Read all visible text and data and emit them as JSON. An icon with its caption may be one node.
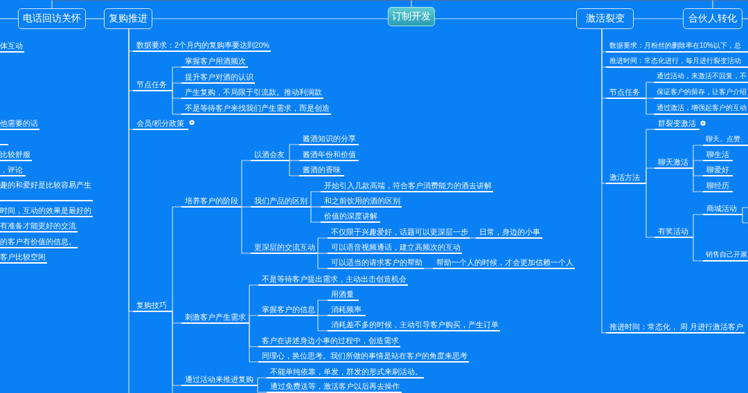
{
  "diagram": {
    "nodes": [
      {
        "text": [
          "电话回访关怀"
        ]
      },
      {
        "text": [
          "复购推进"
        ]
      },
      {
        "text": [
          "订制开发"
        ]
      },
      {
        "text": [
          "激活裂变"
        ]
      },
      {
        "text": [
          "合伙人转化"
        ]
      },
      {
        "text": [
          "数据要求：2个月内的复购率要达到20%"
        ]
      },
      {
        "text": [
          "节点任务"
        ]
      },
      {
        "text": [
          "掌握客户用酒频次"
        ]
      },
      {
        "text": [
          "提升客户对酒的认识"
        ]
      },
      {
        "text": [
          "产生复购，不局限于引流款。推动利润款"
        ]
      },
      {
        "text": [
          "不是等待客户来找我们产生需求，而是创造"
        ]
      },
      {
        "text": [
          "会员/积分政策"
        ]
      },
      {
        "text": [
          "复购技巧"
        ]
      },
      {
        "text": [
          "培养客户的阶段"
        ]
      },
      {
        "text": [
          "以酒会友"
        ]
      },
      {
        "text": [
          "酱酒知识的分享"
        ]
      },
      {
        "text": [
          "酱酒年份和价值"
        ]
      },
      {
        "text": [
          "酱酒的香味"
        ]
      },
      {
        "text": [
          "我们产品的区别"
        ]
      },
      {
        "text": [
          "开始引入几款高端，符合客户消费能力的酒去讲解"
        ]
      },
      {
        "text": [
          "和之前饮用的酒的区别"
        ]
      },
      {
        "text": [
          "价值的深度讲解"
        ]
      },
      {
        "text": [
          "更深层的交流互动"
        ]
      },
      {
        "text": [
          "不仅限于兴趣爱好，话题可以更深层一步"
        ]
      },
      {
        "text": [
          "日常，身边的小事"
        ]
      },
      {
        "text": [
          "可以语音视频通话，建立高频次的互动"
        ]
      },
      {
        "text": [
          "可以适当的请求客户的帮助"
        ]
      },
      {
        "text": [
          "帮助一个人的时候，才会更加信赖一个人"
        ]
      },
      {
        "text": [
          "刺激客户产生需求"
        ]
      },
      {
        "text": [
          "不是等待客户提出需求，主动出击创造机会"
        ]
      },
      {
        "text": [
          "掌握客户的信息"
        ]
      },
      {
        "text": [
          "用酒量"
        ]
      },
      {
        "text": [
          "消耗频率"
        ]
      },
      {
        "text": [
          "消耗差不多的时候，主动引导客户购买，产生订单"
        ]
      },
      {
        "text": [
          "客户在讲述身边小事的过程中，创造需求"
        ]
      },
      {
        "text": [
          "同理心，换位思考。我们所做的事情是站在客户的角度来思考"
        ]
      },
      {
        "text": [
          "通过活动来推进复购"
        ]
      },
      {
        "text": [
          "不能单纯依靠，单发，群发的形式来刷活动。"
        ]
      },
      {
        "text": [
          "通过免费送等，激活客户以后再去操作"
        ]
      },
      {
        "text": [
          "数据要求：月粉丝的删除率在10%以下，总"
        ]
      },
      {
        "text": [
          "推进时间：常态化进行，每月进行裂变活动"
        ]
      },
      {
        "text": [
          "节点任务"
        ]
      },
      {
        "text": [
          "通过活动，来激活不回复，不"
        ]
      },
      {
        "text": [
          "保证客户的留存，让客户介绍"
        ]
      },
      {
        "text": [
          "通过激活，增强起客户的互动"
        ]
      },
      {
        "text": [
          "激活方法"
        ]
      },
      {
        "text": [
          "群裂变激活"
        ]
      },
      {
        "text": [
          "聊天激活"
        ]
      },
      {
        "text": [
          "聊天、点赞、"
        ]
      },
      {
        "text": [
          "聊生活"
        ]
      },
      {
        "text": [
          "聊爱好"
        ]
      },
      {
        "text": [
          "聊经历"
        ]
      },
      {
        "text": [
          "有奖活动"
        ]
      },
      {
        "text": [
          "商城活动"
        ]
      },
      {
        "text": [
          "销售自己开展"
        ]
      },
      {
        "text": [
          "推进时间：常态化， 周 月进行激活客户"
        ]
      }
    ],
    "edges": [
      {
        "from": null,
        "to": 0,
        "arrow": "none"
      },
      {
        "from": null,
        "to": 2,
        "arrow": "none"
      },
      {
        "from": null,
        "to": 4,
        "arrow": "none"
      },
      {
        "from": null,
        "to": 0,
        "arrow": "none"
      },
      {
        "from": 0,
        "to": 1,
        "arrow": "none"
      },
      {
        "from": 3,
        "to": 4,
        "arrow": "none"
      },
      {
        "from": 4,
        "to": null,
        "arrow": "none"
      },
      {
        "from": 1,
        "to": 5,
        "arrow": "none"
      },
      {
        "from": 1,
        "to": 6,
        "arrow": "none"
      },
      {
        "from": 6,
        "to": 7,
        "arrow": "none"
      },
      {
        "from": 6,
        "to": 8,
        "arrow": "none"
      },
      {
        "from": 6,
        "to": 9,
        "arrow": "none"
      },
      {
        "from": 6,
        "to": 10,
        "arrow": "none"
      },
      {
        "from": 1,
        "to": 11,
        "arrow": "none"
      },
      {
        "from": 1,
        "to": 12,
        "arrow": "none"
      },
      {
        "from": 12,
        "to": 13,
        "arrow": "none"
      },
      {
        "from": 13,
        "to": 14,
        "arrow": "none"
      },
      {
        "from": 14,
        "to": 15,
        "arrow": "none"
      },
      {
        "from": 14,
        "to": 16,
        "arrow": "none"
      },
      {
        "from": 14,
        "to": 17,
        "arrow": "none"
      },
      {
        "from": 13,
        "to": 18,
        "arrow": "none"
      },
      {
        "from": 18,
        "to": 19,
        "arrow": "none"
      },
      {
        "from": 18,
        "to": 20,
        "arrow": "none"
      },
      {
        "from": 18,
        "to": 21,
        "arrow": "none"
      },
      {
        "from": 13,
        "to": 22,
        "arrow": "none"
      },
      {
        "from": 22,
        "to": 23,
        "arrow": "none"
      },
      {
        "from": 23,
        "to": 24,
        "arrow": "none"
      },
      {
        "from": 22,
        "to": 25,
        "arrow": "none"
      },
      {
        "from": 22,
        "to": 26,
        "arrow": "none"
      },
      {
        "from": 26,
        "to": 27,
        "arrow": "none"
      },
      {
        "from": 12,
        "to": 28,
        "arrow": "none"
      },
      {
        "from": 28,
        "to": 29,
        "arrow": "none"
      },
      {
        "from": 28,
        "to": 30,
        "arrow": "none"
      },
      {
        "from": 30,
        "to": 31,
        "arrow": "none"
      },
      {
        "from": 30,
        "to": 32,
        "arrow": "none"
      },
      {
        "from": 30,
        "to": 33,
        "arrow": "none"
      },
      {
        "from": 28,
        "to": 34,
        "arrow": "none"
      },
      {
        "from": 28,
        "to": 35,
        "arrow": "none"
      },
      {
        "from": 12,
        "to": 36,
        "arrow": "none"
      },
      {
        "from": 36,
        "to": 37,
        "arrow": "none"
      },
      {
        "from": 36,
        "to": 38,
        "arrow": "none"
      },
      {
        "from": 1,
        "to": null,
        "arrow": "none"
      },
      {
        "from": 12,
        "to": null,
        "arrow": "none"
      },
      {
        "from": 3,
        "to": 39,
        "arrow": "none"
      },
      {
        "from": 3,
        "to": 40,
        "arrow": "none"
      },
      {
        "from": 3,
        "to": 41,
        "arrow": "none"
      },
      {
        "from": 41,
        "to": 42,
        "arrow": "none"
      },
      {
        "from": 41,
        "to": 43,
        "arrow": "none"
      },
      {
        "from": 41,
        "to": 44,
        "arrow": "none"
      },
      {
        "from": 3,
        "to": 45,
        "arrow": "none"
      },
      {
        "from": 45,
        "to": 46,
        "arrow": "none"
      },
      {
        "from": 45,
        "to": 47,
        "arrow": "none"
      },
      {
        "from": 47,
        "to": 48,
        "arrow": "none"
      },
      {
        "from": 47,
        "to": 49,
        "arrow": "none"
      },
      {
        "from": 47,
        "to": 50,
        "arrow": "none"
      },
      {
        "from": 47,
        "to": 51,
        "arrow": "none"
      },
      {
        "from": 45,
        "to": 52,
        "arrow": "none"
      },
      {
        "from": 52,
        "to": 53,
        "arrow": "none"
      },
      {
        "from": 52,
        "to": 54,
        "arrow": "none"
      },
      {
        "from": 53,
        "to": null,
        "arrow": "none"
      },
      {
        "from": 53,
        "to": null,
        "arrow": "none"
      },
      {
        "from": 3,
        "to": 55,
        "arrow": "none"
      },
      {
        "from": 1,
        "to": 2,
        "arrow": "none"
      },
      {
        "from": 2,
        "to": 3,
        "arrow": "none"
      }
    ],
    "labels": [
      "体互动",
      "他需要的话",
      "比较舒服",
      "，评论",
      "趣的和爱好是比较容易产生",
      "时间，互动的效果是最好的",
      "有准备才能更好的交流",
      "的客户有价值的信息。",
      "客户比较空闲"
    ]
  }
}
